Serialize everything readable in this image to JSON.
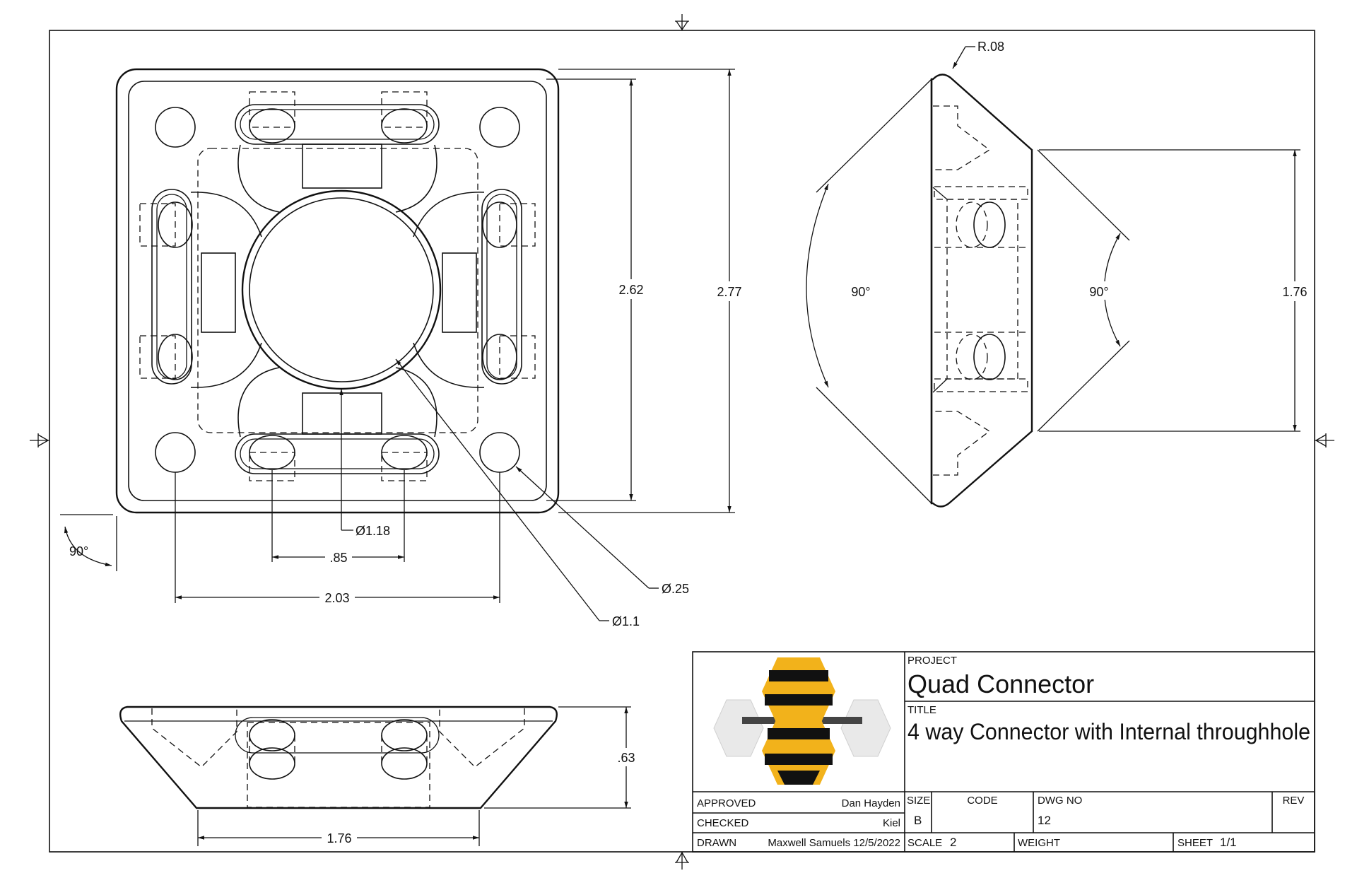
{
  "dimensions": {
    "plan_height_inner": "2.62",
    "plan_height_outer": "2.77",
    "plan_angle": "90°",
    "center_bore_dia": "Ø1.18",
    "slot_spacing": ".85",
    "hole_spacing": "2.03",
    "corner_hole_dia": "Ø.25",
    "inner_dia": "Ø1.1",
    "side_radius": "R.08",
    "side_angle_left": "90°",
    "side_angle_right": "90°",
    "side_height": "1.76",
    "front_height": ".63",
    "front_width": "1.76"
  },
  "title_block": {
    "project_label": "PROJECT",
    "project": "Quad Connector",
    "title_label": "TITLE",
    "title": "4 way Connector with Internal throughhole",
    "approved_label": "APPROVED",
    "approved": "Dan Hayden",
    "checked_label": "CHECKED",
    "checked": "Kiel",
    "drawn_label": "DRAWN",
    "drawn": "Maxwell Samuels 12/5/2022",
    "size_label": "SIZE",
    "size": "B",
    "code_label": "CODE",
    "dwg_label": "DWG NO",
    "dwg_no": "12",
    "rev_label": "REV",
    "scale_label": "SCALE",
    "scale": "2",
    "weight_label": "WEIGHT",
    "sheet_label": "SHEET",
    "sheet": "1/1"
  },
  "logo": {
    "yellow": "#f2b21b",
    "black": "#111111",
    "white": "#e9e9e9"
  }
}
